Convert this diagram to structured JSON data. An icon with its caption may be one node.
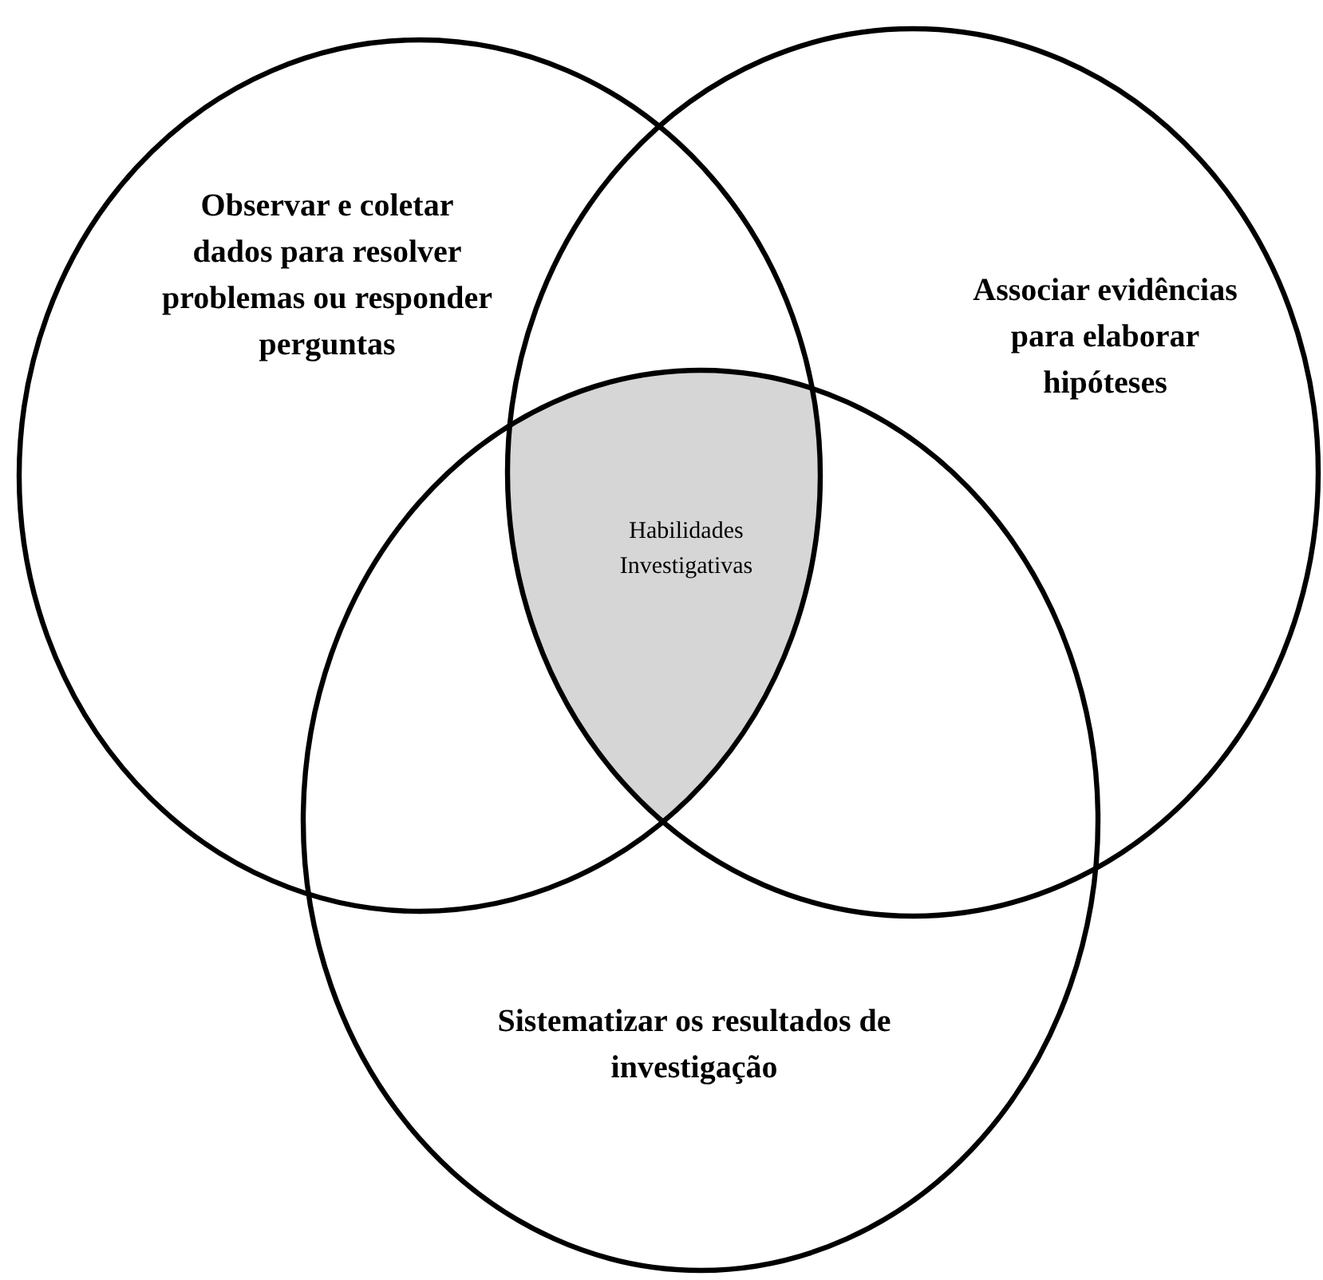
{
  "diagram": {
    "nodes": [
      {
        "text": [
          "Observar e coletar dados para resolver problemas ou responder perguntas"
        ]
      },
      {
        "text": [
          "Associar evidências para elaborar hipóteses"
        ]
      },
      {
        "text": [
          "Habilidades Investigativas"
        ]
      },
      {
        "text": [
          "Sistematizar os resultados de investigação"
        ]
      }
    ]
  }
}
